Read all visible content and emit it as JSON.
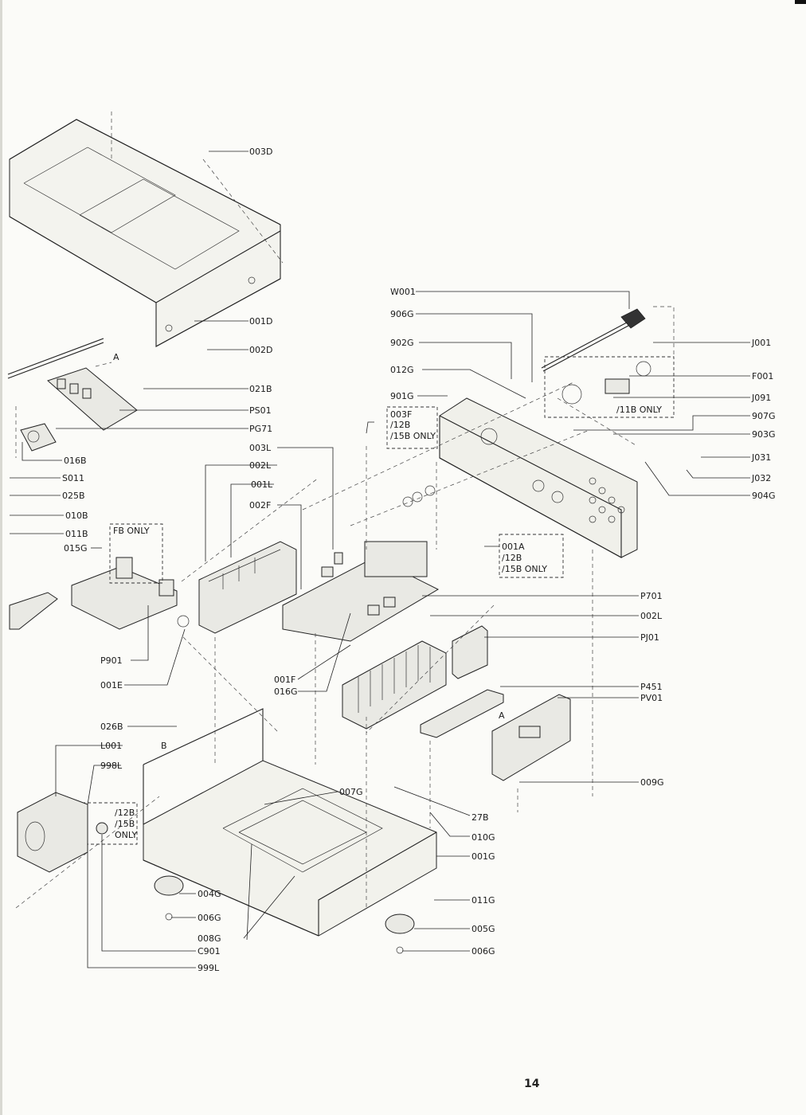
{
  "page_number": "14",
  "labels": [
    {
      "id": "003D",
      "text": "003D"
    },
    {
      "id": "001D",
      "text": "001D"
    },
    {
      "id": "002D",
      "text": "002D"
    },
    {
      "id": "021B",
      "text": "021B"
    },
    {
      "id": "PS01",
      "text": "PS01"
    },
    {
      "id": "PG71",
      "text": "PG71"
    },
    {
      "id": "003L",
      "text": "003L"
    },
    {
      "id": "002L_top",
      "text": "002L"
    },
    {
      "id": "001L",
      "text": "001L"
    },
    {
      "id": "002F",
      "text": "002F"
    },
    {
      "id": "016B",
      "text": "016B"
    },
    {
      "id": "S011",
      "text": "S011"
    },
    {
      "id": "025B",
      "text": "025B"
    },
    {
      "id": "010B",
      "text": "010B"
    },
    {
      "id": "011B",
      "text": "011B"
    },
    {
      "id": "015G",
      "text": "015G"
    },
    {
      "id": "FB_ONLY",
      "text": "FB  ONLY"
    },
    {
      "id": "P901",
      "text": "P901"
    },
    {
      "id": "001E",
      "text": "001E"
    },
    {
      "id": "001F",
      "text": "001F"
    },
    {
      "id": "016G",
      "text": "016G"
    },
    {
      "id": "W001",
      "text": "W001"
    },
    {
      "id": "906G",
      "text": "906G"
    },
    {
      "id": "902G",
      "text": "902G"
    },
    {
      "id": "012G",
      "text": "012G"
    },
    {
      "id": "901G",
      "text": "901G"
    },
    {
      "id": "003F",
      "text": "003F"
    },
    {
      "id": "12B_a",
      "text": "/12B"
    },
    {
      "id": "15B_a",
      "text": "/15B ONLY"
    },
    {
      "id": "J001",
      "text": "J001"
    },
    {
      "id": "F001",
      "text": "F001"
    },
    {
      "id": "J091",
      "text": "J091"
    },
    {
      "id": "11B_ONLY",
      "text": "/11B ONLY"
    },
    {
      "id": "907G",
      "text": "907G"
    },
    {
      "id": "903G",
      "text": "903G"
    },
    {
      "id": "J031",
      "text": "J031"
    },
    {
      "id": "J032",
      "text": "J032"
    },
    {
      "id": "904G",
      "text": "904G"
    },
    {
      "id": "001A",
      "text": "001A"
    },
    {
      "id": "12B_b",
      "text": "/12B"
    },
    {
      "id": "15B_b",
      "text": "/15B ONLY"
    },
    {
      "id": "P701",
      "text": "P701"
    },
    {
      "id": "002L_right",
      "text": "002L"
    },
    {
      "id": "PJ01",
      "text": "PJ01"
    },
    {
      "id": "P451",
      "text": "P451"
    },
    {
      "id": "PV01",
      "text": "PV01"
    },
    {
      "id": "A_rear",
      "text": "A"
    },
    {
      "id": "A_left",
      "text": "A"
    },
    {
      "id": "009G",
      "text": "009G"
    },
    {
      "id": "026B",
      "text": "026B"
    },
    {
      "id": "B",
      "text": "B"
    },
    {
      "id": "L001",
      "text": "L001"
    },
    {
      "id": "998L",
      "text": "998L"
    },
    {
      "id": "12B_c",
      "text": "/12B"
    },
    {
      "id": "15B_c",
      "text": "/15B"
    },
    {
      "id": "ONLY_c",
      "text": "ONLY"
    },
    {
      "id": "007G",
      "text": "007G"
    },
    {
      "id": "27B",
      "text": "27B"
    },
    {
      "id": "010G",
      "text": "010G"
    },
    {
      "id": "001G",
      "text": "001G"
    },
    {
      "id": "011G",
      "text": "011G"
    },
    {
      "id": "005G",
      "text": "005G"
    },
    {
      "id": "006G_right",
      "text": "006G"
    },
    {
      "id": "004G",
      "text": "004G"
    },
    {
      "id": "006G_left",
      "text": "006G"
    },
    {
      "id": "008G",
      "text": "008G"
    },
    {
      "id": "C901",
      "text": "C901"
    },
    {
      "id": "999L",
      "text": "999L"
    }
  ]
}
